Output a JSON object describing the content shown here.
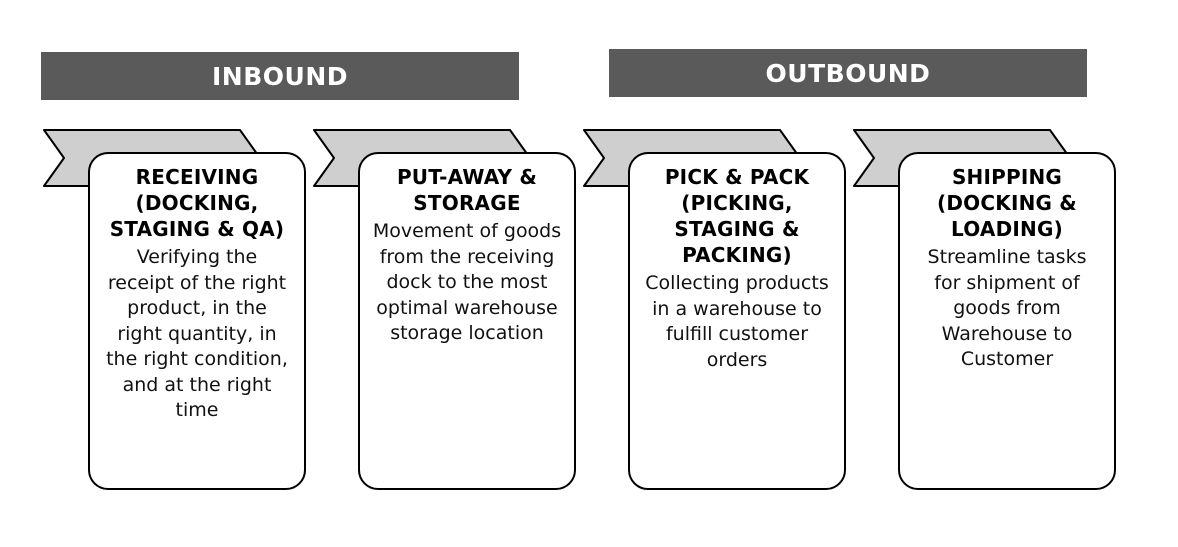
{
  "phases": {
    "inbound": "INBOUND",
    "outbound": "OUTBOUND"
  },
  "steps": [
    {
      "title": "RECEIVING (DOCKING, STAGING & QA)",
      "description": "Verifying the receipt of the right product, in the right quantity, in the right condition, and at the right time"
    },
    {
      "title": "PUT-AWAY & STORAGE",
      "description": "Movement of goods from the receiving dock to the most optimal warehouse storage location"
    },
    {
      "title": "PICK & PACK (PICKING, STAGING & PACKING)",
      "description": "Collecting products in a warehouse to fulfill customer orders"
    },
    {
      "title": "SHIPPING (DOCKING & LOADING)",
      "description": "Streamline tasks for shipment of goods from Warehouse to Customer"
    }
  ],
  "colors": {
    "banner_fill": "#5a5a5a",
    "chevron_fill": "#cfcfcf",
    "card_border": "#000000"
  }
}
